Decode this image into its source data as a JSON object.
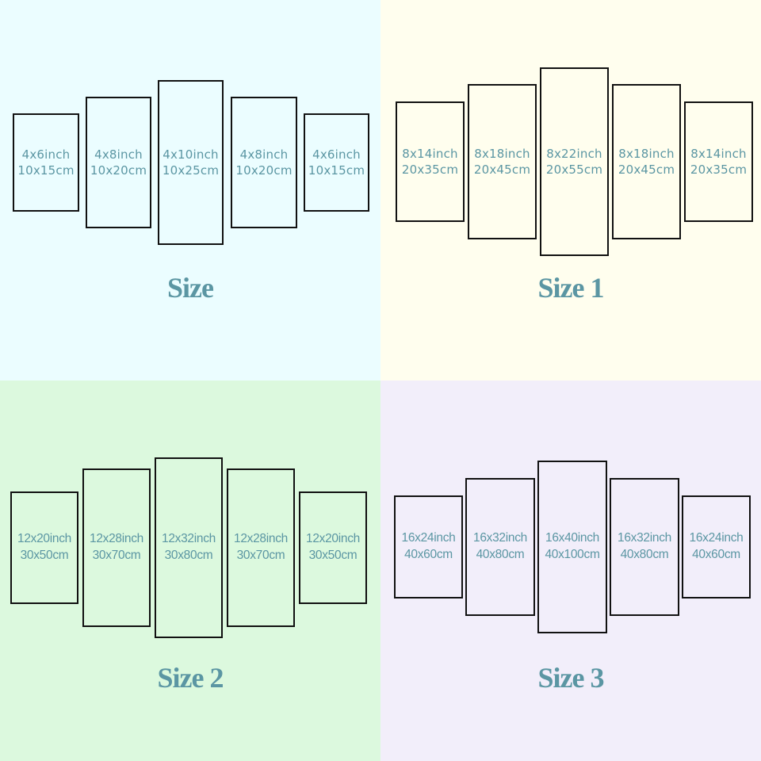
{
  "quadrants": [
    {
      "title": "Size",
      "background": "#ebfdff",
      "panels": [
        {
          "inch": "4x6inch",
          "cm": "10x15cm"
        },
        {
          "inch": "4x8inch",
          "cm": "10x20cm"
        },
        {
          "inch": "4x10inch",
          "cm": "10x25cm"
        },
        {
          "inch": "4x8inch",
          "cm": "10x20cm"
        },
        {
          "inch": "4x6inch",
          "cm": "10x15cm"
        }
      ]
    },
    {
      "title": "Size 1",
      "background": "#fffeee",
      "panels": [
        {
          "inch": "8x14inch",
          "cm": "20x35cm"
        },
        {
          "inch": "8x18inch",
          "cm": "20x45cm"
        },
        {
          "inch": "8x22inch",
          "cm": "20x55cm"
        },
        {
          "inch": "8x18inch",
          "cm": "20x45cm"
        },
        {
          "inch": "8x14inch",
          "cm": "20x35cm"
        }
      ]
    },
    {
      "title": "Size 2",
      "background": "#dcf9de",
      "panels": [
        {
          "inch": "12x20inch",
          "cm": "30x50cm"
        },
        {
          "inch": "12x28inch",
          "cm": "30x70cm"
        },
        {
          "inch": "12x32inch",
          "cm": "30x80cm"
        },
        {
          "inch": "12x28inch",
          "cm": "30x70cm"
        },
        {
          "inch": "12x20inch",
          "cm": "30x50cm"
        }
      ]
    },
    {
      "title": "Size 3",
      "background": "#f2eefa",
      "panels": [
        {
          "inch": "16x24inch",
          "cm": "40x60cm"
        },
        {
          "inch": "16x32inch",
          "cm": "40x80cm"
        },
        {
          "inch": "16x40inch",
          "cm": "40x100cm"
        },
        {
          "inch": "16x32inch",
          "cm": "40x80cm"
        },
        {
          "inch": "16x24inch",
          "cm": "40x60cm"
        }
      ]
    }
  ],
  "colors": {
    "label": "#5b96a3",
    "border": "#111111"
  }
}
